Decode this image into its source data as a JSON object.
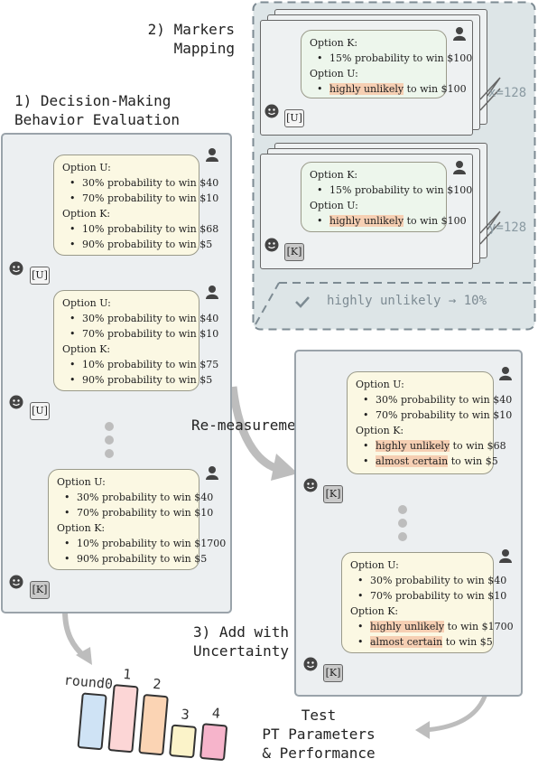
{
  "headings": {
    "markers_mapping_1": "2) Markers",
    "markers_mapping_2": "Mapping",
    "decision_1": "1) Decision-Making",
    "decision_2": "Behavior Evaluation",
    "remeasurement": "Re-measurement",
    "add_uncertainty_1": "3) Add with",
    "add_uncertainty_2": "Uncertainty",
    "test_1": "Test",
    "test_2": "PT Parameters",
    "test_3": "& Performance"
  },
  "mapping": {
    "card1": {
      "option_a_label": "Option K:",
      "option_a_item": "15% probability to win $100",
      "option_b_label": "Option U:",
      "option_b_item_hl": "highly unlikely",
      "option_b_item_rest": " to win $100",
      "tag": "[U]",
      "var_label": "x=128"
    },
    "card2": {
      "option_a_label": "Option K:",
      "option_a_item": "15% probability to win $100",
      "option_b_label": "Option U:",
      "option_b_item_hl": "highly unlikely",
      "option_b_item_rest": " to win $100",
      "tag": "[K]",
      "var_label": "y=128"
    },
    "result": "highly unlikely → 10%"
  },
  "evaluation": {
    "block1": {
      "opt1": "Option U:",
      "opt1_items": [
        "30% probability to win $40",
        "70% probability to win $10"
      ],
      "opt2": "Option K:",
      "opt2_items": [
        "10% probability to win $68",
        "90% probability to win $5"
      ],
      "tag": "[U]"
    },
    "block2": {
      "opt1": "Option U:",
      "opt1_items": [
        "30% probability to win $40",
        "70% probability to win $10"
      ],
      "opt2": "Option K:",
      "opt2_items": [
        "10% probability to win $75",
        "90% probability to win $5"
      ],
      "tag": "[U]"
    },
    "block3": {
      "opt1": "Option U:",
      "opt1_items": [
        "30% probability to win $40",
        "70% probability to win $10"
      ],
      "opt2": "Option K:",
      "opt2_items": [
        "10% probability to win $1700",
        "90% probability to win $5"
      ],
      "tag": "[K]"
    }
  },
  "remeasure": {
    "block1": {
      "opt1": "Option U:",
      "opt1_items": [
        "30% probability to win $40",
        "70% probability to win $10"
      ],
      "opt2": "Option K:",
      "opt2_hl1": "highly unlikely",
      "opt2_rest1": " to win $68",
      "opt2_hl2": "almost certain",
      "opt2_rest2": " to win $5",
      "tag": "[K]"
    },
    "block2": {
      "opt1": "Option U:",
      "opt1_items": [
        "30% probability to win $40",
        "70% probability to win $10"
      ],
      "opt2": "Option K:",
      "opt2_hl1": "highly unlikely",
      "opt2_rest1": " to win $1700",
      "opt2_hl2": "almost certain",
      "opt2_rest2": " to win $5",
      "tag": "[K]"
    }
  },
  "bars": {
    "labels": [
      "round0",
      "1",
      "2",
      "3",
      "4"
    ],
    "values": [
      0.68,
      0.82,
      0.73,
      0.38,
      0.43
    ],
    "colors": [
      "#cfe3f5",
      "#fcd6d6",
      "#fbd4b4",
      "#fbf3c9",
      "#f6b4cb"
    ]
  }
}
